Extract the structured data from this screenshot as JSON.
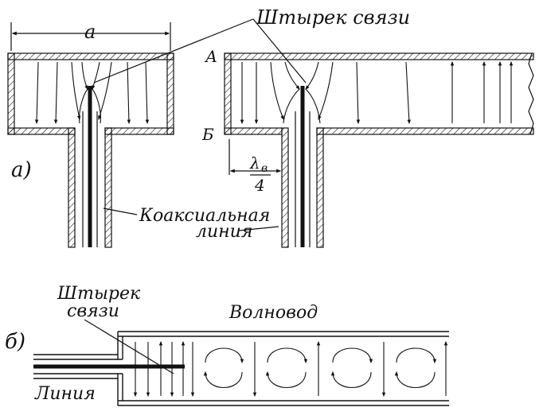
{
  "labels": {
    "coupling_probe": "Штырек связи",
    "dimension_a": "a",
    "point_a": "А",
    "point_b": "Б",
    "part_a": "а)",
    "lambda": "λ",
    "lambda_sub": "в",
    "four": "4",
    "coax_line_1": "Коаксиальная",
    "coax_line_2": "линия",
    "part_b": "б)",
    "coupling_probe_b_1": "Штырек",
    "coupling_probe_b_2": "связи",
    "waveguide": "Волновод",
    "line": "Линия"
  },
  "colors": {
    "ink": "#111111",
    "background": "#ffffff"
  }
}
